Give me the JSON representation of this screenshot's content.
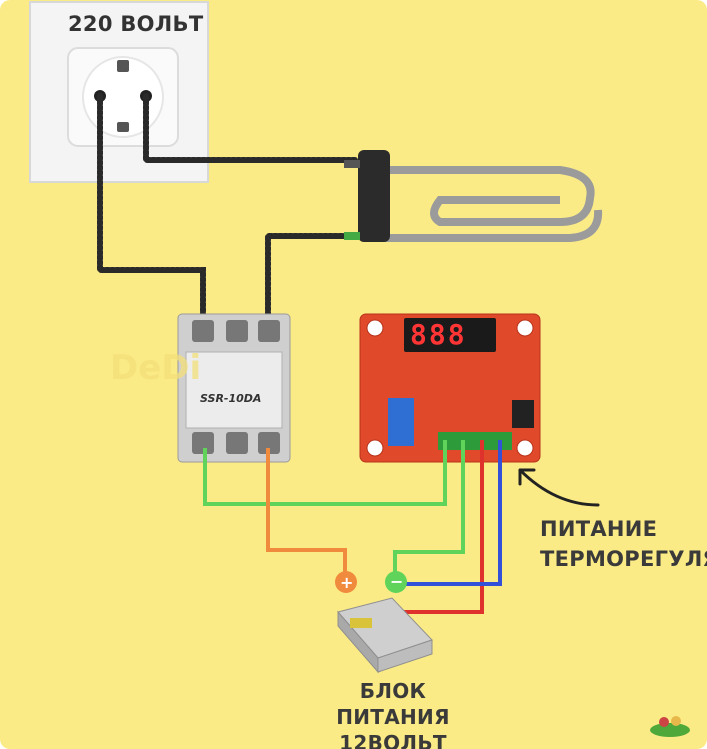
{
  "outlet": {
    "voltage_label": "220 ВОЛЬТ"
  },
  "relay": {
    "model": "SSR-10DA"
  },
  "thermostat": {
    "display": "888"
  },
  "power_label": {
    "line1": "ПИТАНИЕ",
    "line2": "ТЕРМОРЕГУЛЯ"
  },
  "psu_label": {
    "line1": "БЛОК ПИТАНИЯ",
    "line2": "12ВОЛЬТ"
  },
  "watermark": "DeDi",
  "terminals": {
    "plus": "+",
    "minus": "−"
  },
  "colors": {
    "background": "#fbeb86",
    "wire_green": "#5fd35a",
    "wire_orange": "#f08a3c",
    "wire_red": "#e0322c",
    "wire_blue": "#3250d8",
    "board_red": "#e04a2a"
  }
}
